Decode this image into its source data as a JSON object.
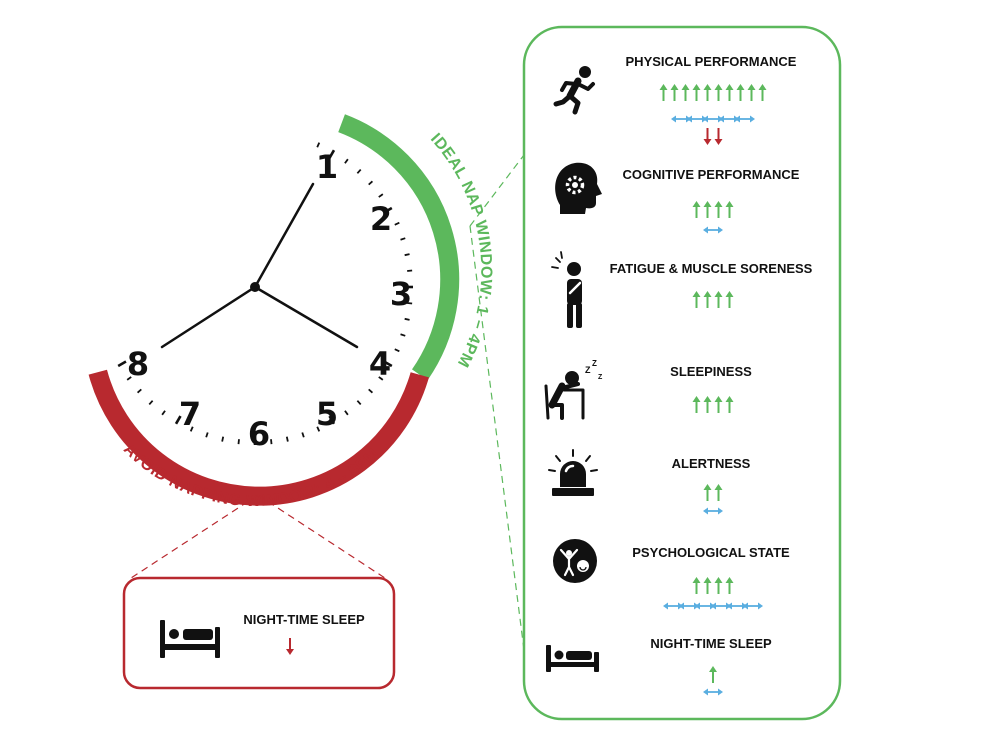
{
  "clock": {
    "numbers": [
      "1",
      "2",
      "3",
      "4",
      "5",
      "6",
      "7",
      "8"
    ],
    "ideal_window_label": "IDEAL NAP WINDOW: 1 – 4PM",
    "avoid_window_label": "AVOID NAPPING WINDOW: 4 – 8PM"
  },
  "outcomes": [
    {
      "label": "PHYSICAL PERFORMANCE",
      "icon": "running-person-icon",
      "up": 10,
      "neutral": 5,
      "down": 2
    },
    {
      "label": "COGNITIVE PERFORMANCE",
      "icon": "head-gear-icon",
      "up": 4,
      "neutral": 1,
      "down": 0
    },
    {
      "label": "FATIGUE & MUSCLE SORENESS",
      "icon": "sore-person-icon",
      "up": 4,
      "neutral": 0,
      "down": 0
    },
    {
      "label": "SLEEPINESS",
      "icon": "sleeping-at-desk-icon",
      "up": 4,
      "neutral": 0,
      "down": 0
    },
    {
      "label": "ALERTNESS",
      "icon": "alarm-siren-icon",
      "up": 2,
      "neutral": 1,
      "down": 0
    },
    {
      "label": "PSYCHOLOGICAL STATE",
      "icon": "happy-mind-icon",
      "up": 4,
      "neutral": 6,
      "down": 0
    },
    {
      "label": "NIGHT-TIME SLEEP",
      "icon": "bed-icon",
      "up": 1,
      "neutral": 1,
      "down": 0
    }
  ],
  "avoid_outcome": {
    "label": "NIGHT-TIME SLEEP",
    "icon": "bed-icon",
    "up": 0,
    "neutral": 0,
    "down": 1
  },
  "colors": {
    "green": "#5cb85c",
    "red": "#b8292f",
    "blue": "#5aaee0",
    "ink": "#111111"
  }
}
